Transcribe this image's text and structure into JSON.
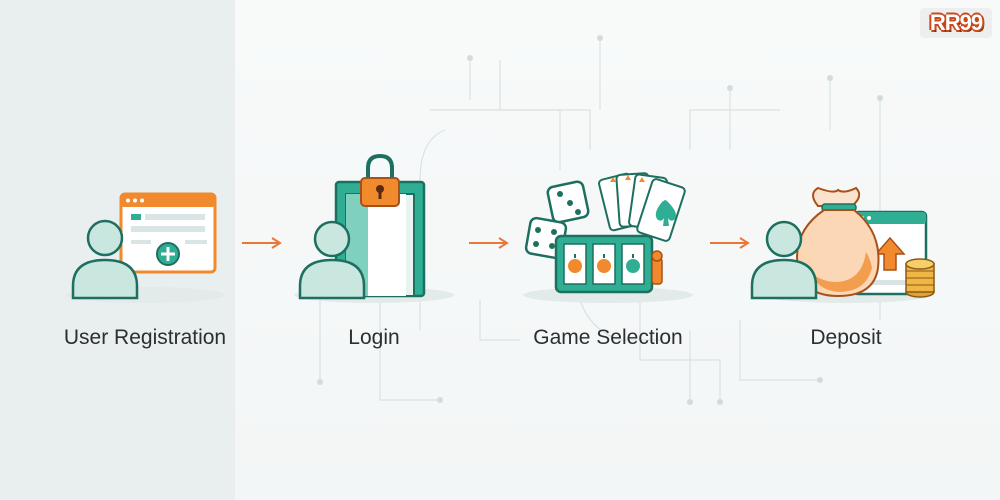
{
  "logo": {
    "text": "RR99"
  },
  "steps": [
    {
      "label": "User Registration"
    },
    {
      "label": "Login"
    },
    {
      "label": "Game Selection"
    },
    {
      "label": "Deposit"
    }
  ],
  "colors": {
    "teal": "#2fae93",
    "teal_dark": "#1d6f60",
    "orange": "#f08a2c",
    "arrow": "#e9773a"
  }
}
